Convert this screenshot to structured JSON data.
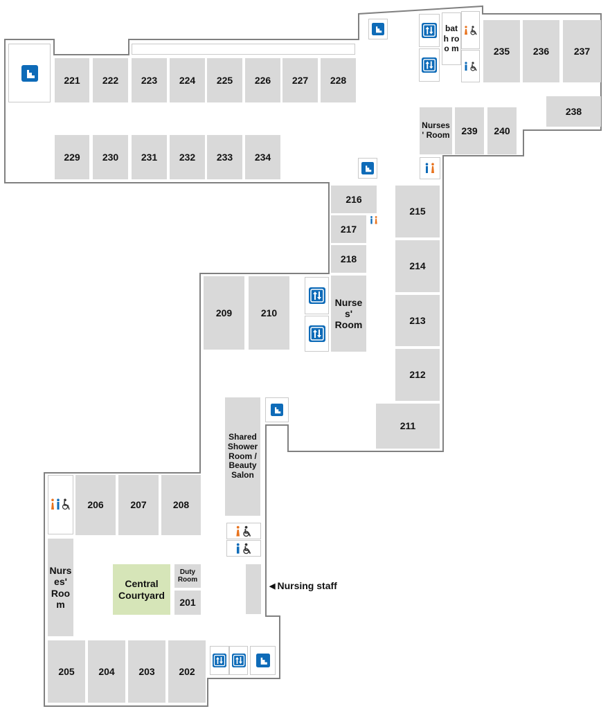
{
  "rooms": {
    "r221": "221",
    "r222": "222",
    "r223": "223",
    "r224": "224",
    "r225": "225",
    "r226": "226",
    "r227": "227",
    "r228": "228",
    "r229": "229",
    "r230": "230",
    "r231": "231",
    "r232": "232",
    "r233": "233",
    "r234": "234",
    "r235": "235",
    "r236": "236",
    "r237": "237",
    "r238": "238",
    "r239": "239",
    "r240": "240",
    "r216": "216",
    "r217": "217",
    "r218": "218",
    "r215": "215",
    "r214": "214",
    "r213": "213",
    "r212": "212",
    "r211": "211",
    "r209": "209",
    "r210": "210",
    "r206": "206",
    "r207": "207",
    "r208": "208",
    "r205": "205",
    "r204": "204",
    "r203": "203",
    "r202": "202",
    "r201": "201"
  },
  "labels": {
    "bathroom_top": "bat h roo m",
    "nurses_room_top": "Nurses ' Room",
    "nurses_room_mid": "Nurse s' Room",
    "nurses_room_left": "Nurs es' Roo m",
    "shared_shower": "Shared Shower Room / Beauty Salon",
    "central_courtyard": "Central Courtyard",
    "duty_room": "Duty Room",
    "nursing_staff": "Nursing staff"
  },
  "colors": {
    "room": "#d9d9d9",
    "courtyard": "#d6e5b8",
    "icon_blue": "#0e6bb8",
    "icon_orange": "#e8731e",
    "wall": "#808080"
  }
}
